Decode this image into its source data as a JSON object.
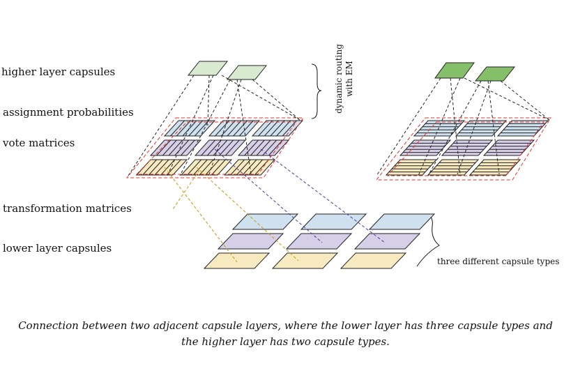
{
  "labels": {
    "higher": "higher layer capsules",
    "assign": "assignment probabilities",
    "vote": "vote matrices",
    "transform": "transformation matrices",
    "lower": "lower layer capsules"
  },
  "routing": {
    "line1": "dynamic routing",
    "line2": "with EM"
  },
  "capsule_types_note": "three different capsule types",
  "caption": {
    "line1": "Connection between two adjacent capsule layers, where the lower layer has three capsule types and",
    "line2": "the higher layer has two capsule types."
  },
  "colors": {
    "higher_left": "#d8ead0",
    "higher_right": "#86bf6a",
    "vote_top": "#cfe0ee",
    "vote_mid": "#d6cfe8",
    "vote_bottom": "#f7eac0",
    "red_dash": "#e8322c",
    "gold_dash": "#c8960a",
    "purple_dash": "#4a3aa0"
  }
}
